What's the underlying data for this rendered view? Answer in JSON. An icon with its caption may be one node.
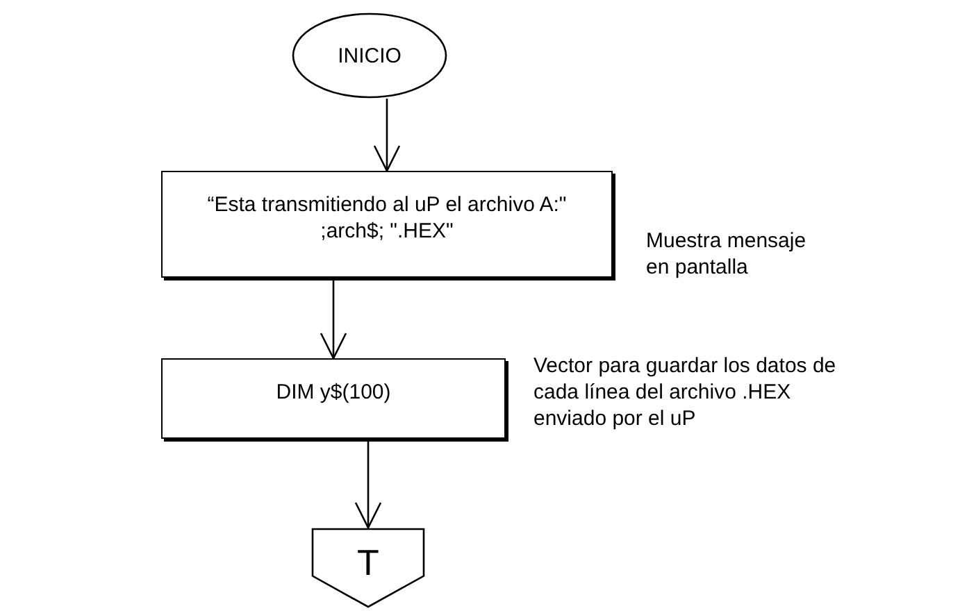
{
  "diagram": {
    "nodes": [
      {
        "text": [
          "INICIO"
        ]
      },
      {
        "text": [
          "“Esta transmitiendo al uP el archivo A:\" ;arch$; \".HEX\""
        ],
        "beside": [
          "Muestra mensaje en pantalla"
        ]
      },
      {
        "text": [
          "DIM y$(100)"
        ],
        "beside": [
          "Vector para guardar los datos de cada línea del archivo .HEX enviado por el uP"
        ]
      },
      {
        "text": [
          "T"
        ]
      }
    ],
    "edges": [
      {
        "from": 0,
        "to": 1,
        "arrow": "to"
      },
      {
        "from": 1,
        "to": 2,
        "arrow": "to"
      },
      {
        "from": 2,
        "to": 3,
        "arrow": "to"
      }
    ]
  }
}
